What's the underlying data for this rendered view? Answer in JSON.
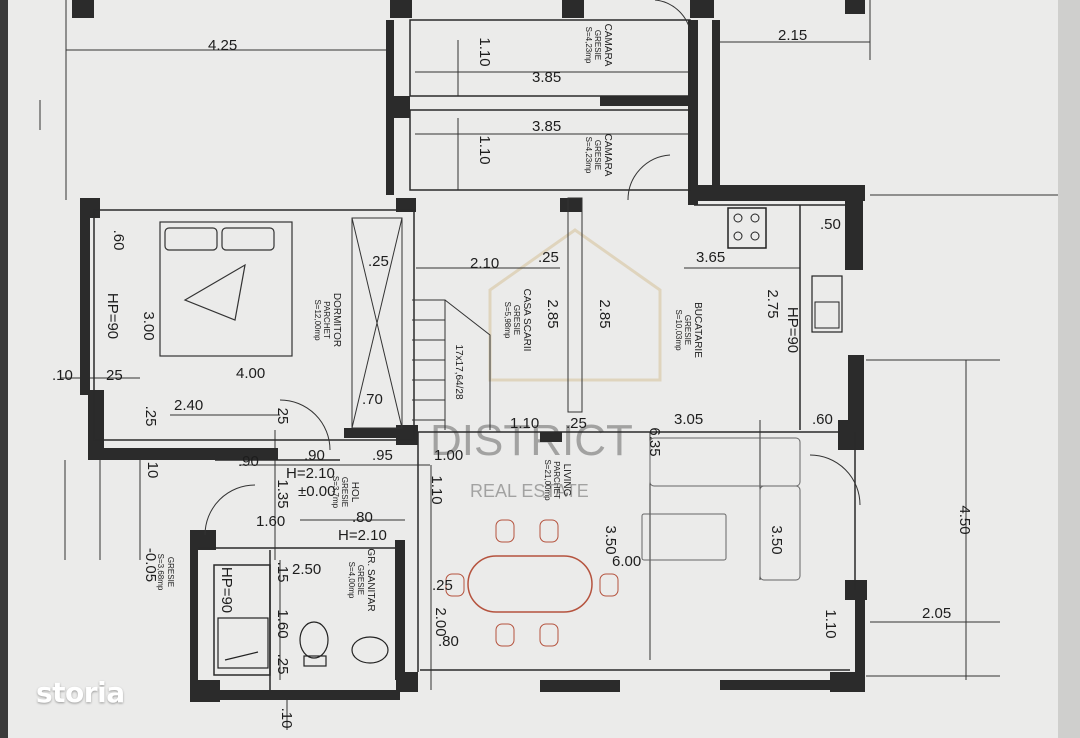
{
  "watermark": "storia",
  "rooms": {
    "camara_top": {
      "name": "CAMARA",
      "finish": "GRESIE",
      "area": "S=4,23mp"
    },
    "camara_mid": {
      "name": "CAMARA",
      "finish": "GRESIE",
      "area": "S=4,23mp"
    },
    "dormitor": {
      "name": "DORMITOR",
      "finish": "PARCHET",
      "area": "S=12,00mp"
    },
    "casa_scarii": {
      "name": "CASA SCARII",
      "finish": "GRESIE",
      "area": "S=5,98mp"
    },
    "bucatarie": {
      "name": "BUCATARIE",
      "finish": "GRESIE",
      "area": "S=10,03mp"
    },
    "living": {
      "name": "LIVING",
      "finish": "PARCHET",
      "area": "S=21,00mp"
    },
    "hol": {
      "name": "HOL",
      "finish": "GRESIE",
      "area": "S=3,7mp"
    },
    "gr_sanitar": {
      "name": "GR. SANITAR",
      "finish": "GRESIE",
      "area": "S=4,00mp"
    },
    "exterior": {
      "finish": "GRESIE",
      "area": "S=3,68mp"
    }
  },
  "stairs": "17x17,64/28",
  "levels": {
    "hol_h": "H=2.10",
    "hol_elev": "±0.00",
    "sanitar_h": "H=2.10",
    "exterior_elev": "-0.05"
  },
  "hp": {
    "dormitor": "HP=90",
    "bucatarie": "HP=90",
    "sanitar": "HP=90"
  },
  "watermark_text": {
    "line1": "DISTRICT",
    "line2": "REAL ESTATE"
  },
  "dims": {
    "d425": "4.25",
    "d215": "2.15",
    "d110_a": "1.10",
    "d385_a": "3.85",
    "d385_b": "3.85",
    "d110_b": "1.10",
    "d60": ".60",
    "d50": ".50",
    "d25_a": ".25",
    "d210": "2.10",
    "d25_b": ".25",
    "d365": "3.65",
    "d300": "3.00",
    "d285_a": "2.85",
    "d285_b": "2.85",
    "d275": "2.75",
    "d400": "4.00",
    "d10_a": ".10",
    "d25_c": "25",
    "d70": ".70",
    "d240": "2.40",
    "d25_d": ".25",
    "d25_e": "25",
    "d110_c": "1.10",
    "d25_f": ".25",
    "d635": "6.35",
    "d305": "3.05",
    "d60_b": ".60",
    "d10_b": "10",
    "d90_a": ".90",
    "d90_b": ".90",
    "d95": ".95",
    "d100": "1.00",
    "d135": "1.35",
    "d160_a": "1.60",
    "d80_a": ".80",
    "d110_d": "1.10",
    "d350_a": "3.50",
    "d350_b": "3.50",
    "d600": "6.00",
    "d450": "4.50",
    "d205": "2.05",
    "d250": "2.50",
    "d15": ".15",
    "d160_b": "1.60",
    "d25_g": ".25",
    "d25_h": ".25",
    "d200": "2.00",
    "d80_b": ".80",
    "d110_e": "1.10",
    "d10_c": ".10"
  }
}
